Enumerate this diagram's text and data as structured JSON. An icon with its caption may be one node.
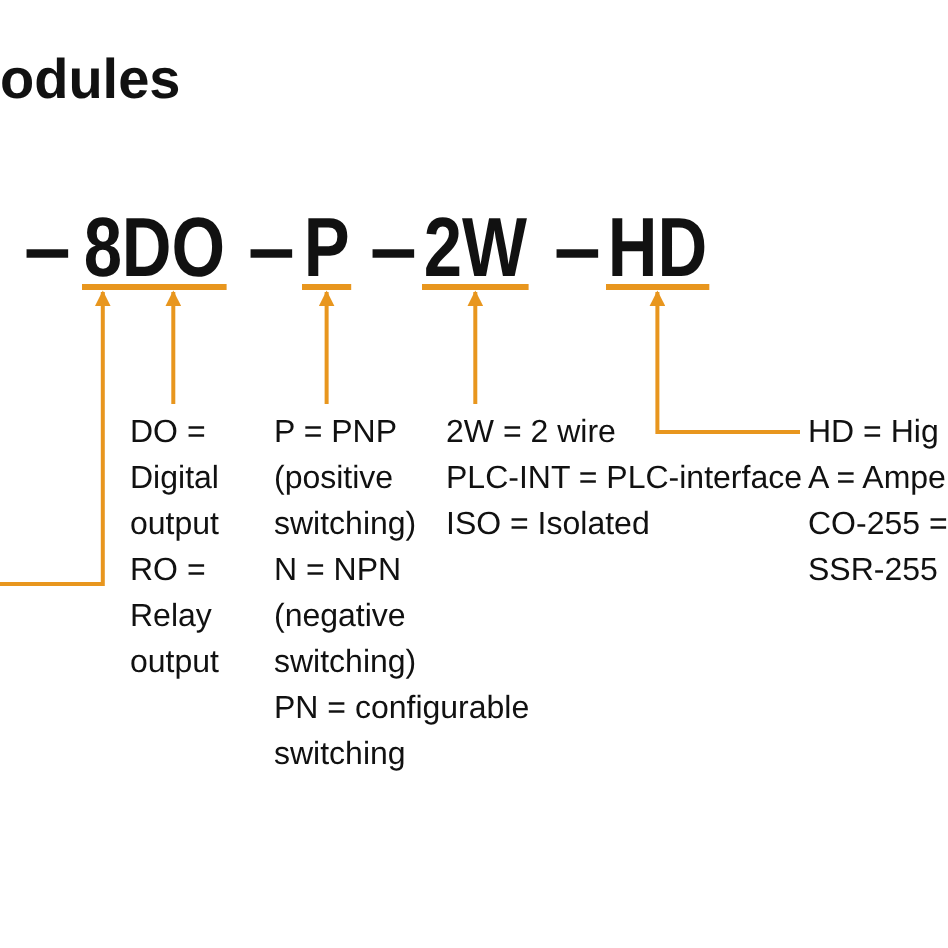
{
  "diagram": {
    "title": "odules",
    "nodes": [
      {
        "text": [
          "8"
        ]
      },
      {
        "text": [
          "DO"
        ]
      },
      {
        "text": [
          "P"
        ]
      },
      {
        "text": [
          "2W"
        ]
      },
      {
        "text": [
          "HD"
        ]
      },
      {
        "text": [
          "DO = Digital output",
          "RO = Relay output"
        ]
      },
      {
        "text": [
          "P = PNP (positive switching)",
          "N = NPN (negative switching)",
          "PN = configurable switching"
        ]
      },
      {
        "text": [
          "2W = 2 wire",
          "PLC-INT = PLC-interface",
          "ISO = Isolated"
        ]
      },
      {
        "text": [
          "HD = Hig",
          "A = Ampe",
          "CO-255 =",
          "SSR-255"
        ]
      }
    ],
    "edges": [
      {
        "from": null,
        "to": 0,
        "arrow": "to"
      },
      {
        "from": 5,
        "to": 1,
        "arrow": "to"
      },
      {
        "from": 6,
        "to": 2,
        "arrow": "to"
      },
      {
        "from": 7,
        "to": 3,
        "arrow": "to"
      },
      {
        "from": 8,
        "to": 4,
        "arrow": "to"
      }
    ],
    "labels": [
      "–",
      "–",
      "–",
      "–"
    ]
  }
}
